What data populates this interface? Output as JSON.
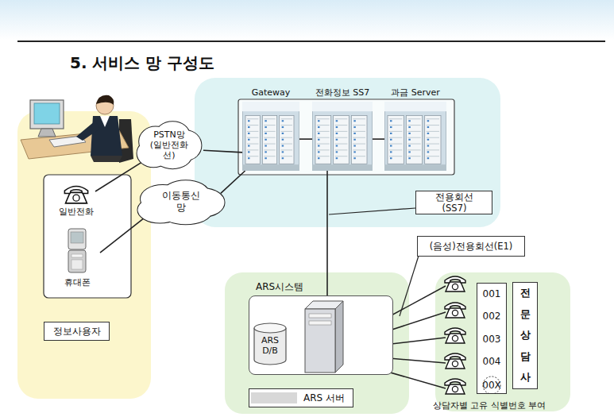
{
  "diagram": {
    "title": "5. 서비스 망 구성도",
    "nodes": [
      {
        "text": [
          "Gateway"
        ]
      },
      {
        "text": [
          "전화정보 SS7"
        ]
      },
      {
        "text": [
          "과금 Server"
        ]
      },
      {
        "text": [
          "PSTN망 (일반전화 선)"
        ]
      },
      {
        "text": [
          "일반전화"
        ]
      },
      {
        "text": [
          "이동통신 망"
        ]
      },
      {
        "text": [
          "전용회선 (SS7)"
        ]
      },
      {
        "text": [
          "휴대폰"
        ]
      },
      {
        "text": [
          "(음성)전용회선(E1)"
        ]
      },
      {
        "text": [
          "ARS시스템"
        ]
      },
      {
        "text": [
          "ARS D/B"
        ],
        "in": 9
      },
      {
        "text": [
          "001",
          "002",
          "003",
          "004",
          "00X"
        ]
      },
      {
        "text": [
          "전 문 상 담 사"
        ]
      },
      {
        "text": [
          "정보사용자"
        ]
      },
      {
        "text": [
          "ARS 서버"
        ]
      }
    ],
    "edges": [
      {
        "from": 4,
        "to": 3,
        "arrow": "none"
      },
      {
        "from": 3,
        "to": 0,
        "arrow": "none"
      },
      {
        "from": 7,
        "to": 5,
        "arrow": "none"
      },
      {
        "from": 5,
        "to": 0,
        "arrow": "none"
      },
      {
        "from": 0,
        "to": 1,
        "arrow": "none"
      },
      {
        "from": 1,
        "to": 2,
        "arrow": "none"
      },
      {
        "from": 1,
        "to": 9,
        "arrow": "none"
      }
    ],
    "labels": [
      "상담자별 고유 식별번호 부여"
    ]
  }
}
